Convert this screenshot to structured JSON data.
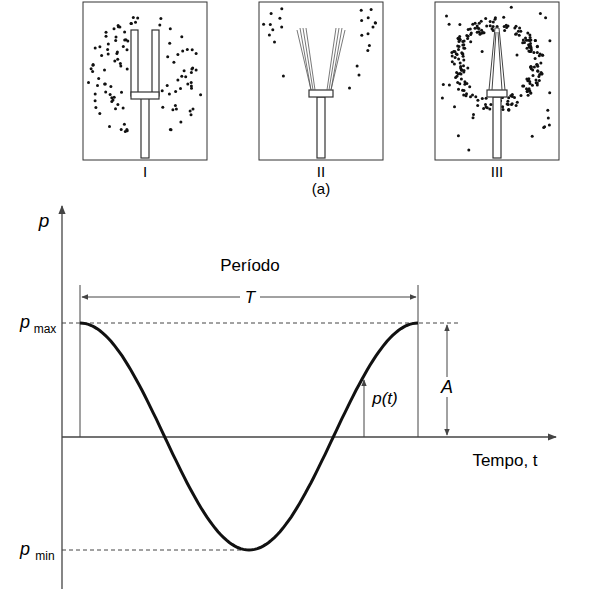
{
  "diagram": {
    "labels": [
      "I",
      "II",
      "III",
      "(a)",
      "p",
      "Período",
      "T",
      "p",
      "max",
      "p",
      "min",
      "A",
      "p(t)",
      "Tempo, t"
    ]
  }
}
